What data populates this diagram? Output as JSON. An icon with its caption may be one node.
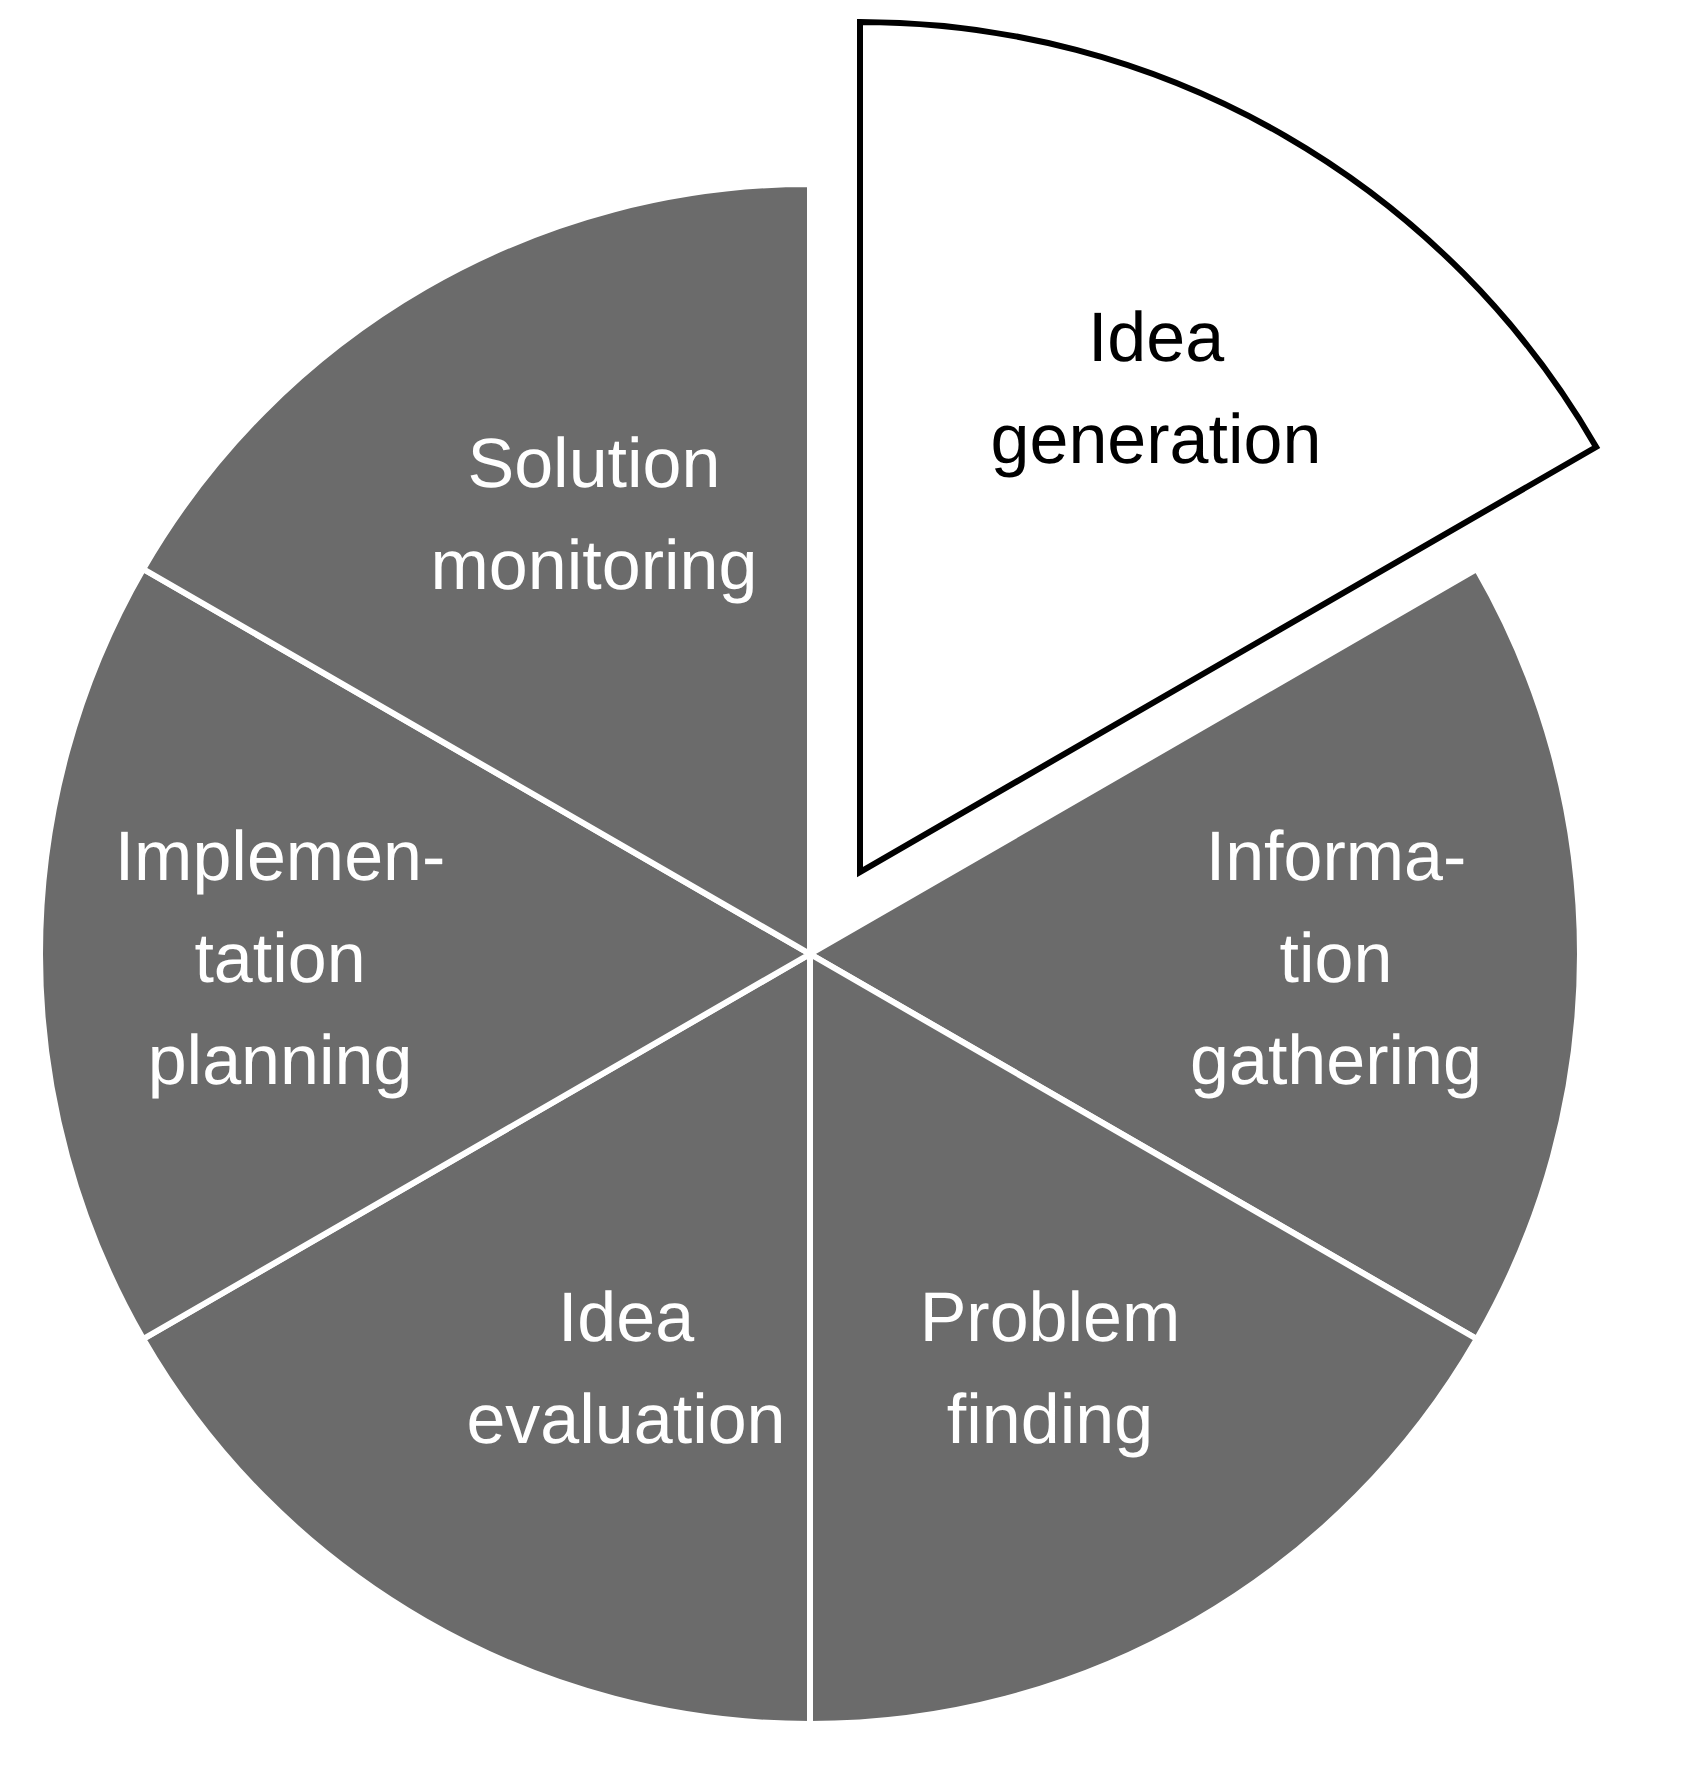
{
  "diagram": {
    "nodes": [
      {
        "text": [
          "Idea generation"
        ]
      },
      {
        "text": [
          "Informa-tion gathering"
        ]
      },
      {
        "text": [
          "Problem finding"
        ]
      },
      {
        "text": [
          "Idea evaluation"
        ]
      },
      {
        "text": [
          "Implemen-tation planning"
        ]
      },
      {
        "text": [
          "Solution monitoring"
        ]
      }
    ]
  }
}
